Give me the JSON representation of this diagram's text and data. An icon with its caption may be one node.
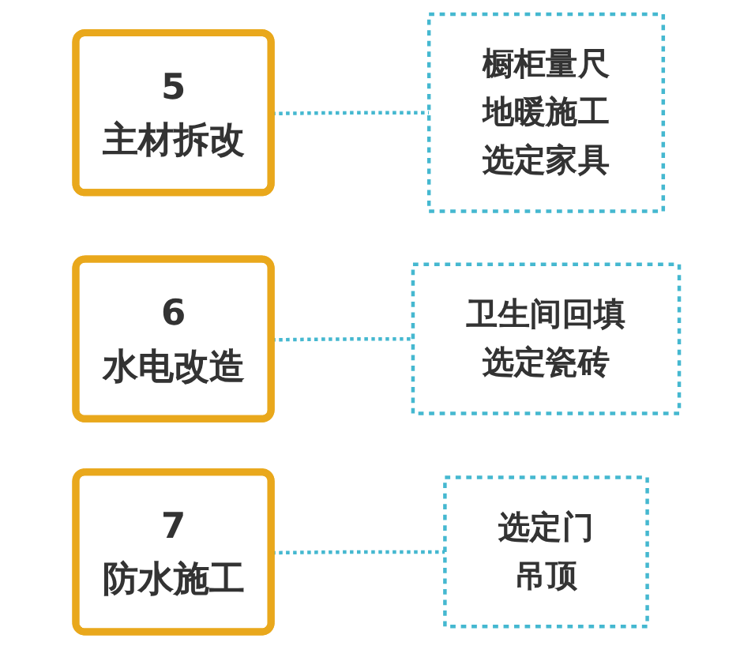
{
  "diagram": {
    "nodes": [
      {
        "text": [
          "5",
          "主材拆改"
        ]
      },
      {
        "text": [
          "橱柜量尺",
          "地暖施工",
          "选定家具"
        ]
      },
      {
        "text": [
          "6",
          "水电改造"
        ]
      },
      {
        "text": [
          "卫生间回填",
          "选定瓷砖"
        ]
      },
      {
        "text": [
          "7",
          "防水施工"
        ]
      },
      {
        "text": [
          "选定门",
          "吊顶"
        ]
      }
    ],
    "edges": [
      {
        "from": 0,
        "to": 1,
        "arrow": "none",
        "style": "dashed"
      },
      {
        "from": 2,
        "to": 3,
        "arrow": "none",
        "style": "dashed"
      },
      {
        "from": 4,
        "to": 5,
        "arrow": "none",
        "style": "dashed"
      }
    ]
  }
}
